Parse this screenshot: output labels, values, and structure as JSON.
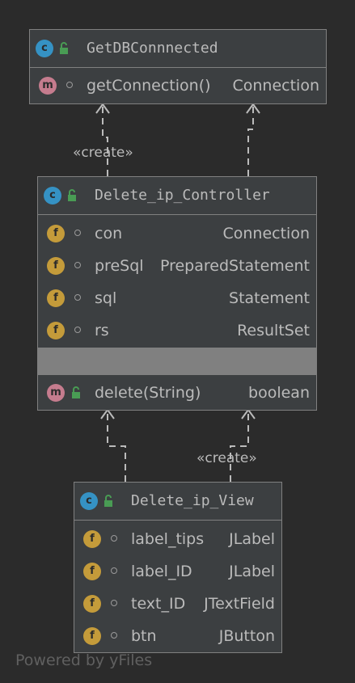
{
  "classes": {
    "getdb": {
      "kind": "C",
      "name": "GetDBConnnected",
      "methods": [
        {
          "kind": "m",
          "name": "getConnection()",
          "type": "Connection"
        }
      ]
    },
    "controller": {
      "kind": "C",
      "name": "Delete_ip_Controller",
      "fields": [
        {
          "kind": "f",
          "name": "con",
          "type": "Connection"
        },
        {
          "kind": "f",
          "name": "preSql",
          "type": "PreparedStatement"
        },
        {
          "kind": "f",
          "name": "sql",
          "type": "Statement"
        },
        {
          "kind": "f",
          "name": "rs",
          "type": "ResultSet"
        }
      ],
      "methods": [
        {
          "kind": "m",
          "name": "delete(String)",
          "type": "boolean"
        }
      ]
    },
    "view": {
      "kind": "C",
      "name": "Delete_ip_View",
      "fields": [
        {
          "kind": "f",
          "name": "label_tips",
          "type": "JLabel"
        },
        {
          "kind": "f",
          "name": "label_ID",
          "type": "JLabel"
        },
        {
          "kind": "f",
          "name": "text_ID",
          "type": "JTextField"
        },
        {
          "kind": "f",
          "name": "btn",
          "type": "JButton"
        }
      ]
    }
  },
  "edges": {
    "create_label_1": "«create»",
    "create_label_2": "«create»"
  },
  "footer": "Powered by yFiles",
  "colors": {
    "background": "#2b2b2b",
    "node_fill": "#3c3f41",
    "border": "#808080",
    "class_badge": "#3592c4",
    "field_badge": "#c49b3a",
    "method_badge": "#c57c8e",
    "lock_green": "#499c54"
  }
}
